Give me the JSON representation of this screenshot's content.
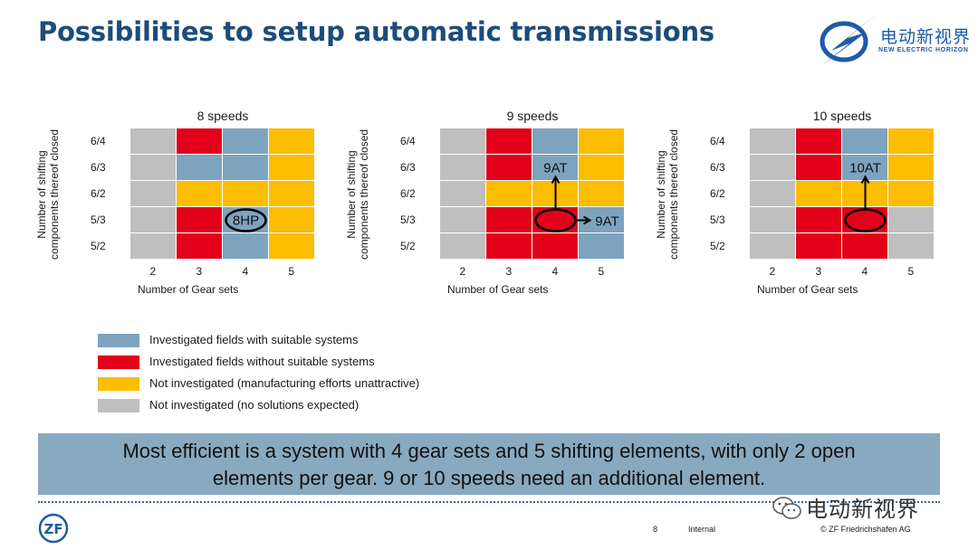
{
  "slide": {
    "title": "Possibilities to setup automatic transmissions",
    "logo_cn": "电动新视界",
    "logo_en": "NEW ELECTRIC HORIZON"
  },
  "colors": {
    "blue": "#7ea3bf",
    "red": "#e2001a",
    "orange": "#fcbc00",
    "gray": "#bfbfbf",
    "title_blue": "#1c4c7a"
  },
  "chart_data": [
    {
      "type": "heatmap",
      "title": "8 speeds",
      "xlabel": "Number of Gear sets",
      "ylabel": "Number of shifting components thereof closed",
      "x": [
        "2",
        "3",
        "4",
        "5"
      ],
      "y": [
        "6/4",
        "6/3",
        "6/2",
        "5/3",
        "5/2"
      ],
      "cells": [
        [
          "gray",
          "red",
          "blue",
          "orange"
        ],
        [
          "gray",
          "blue",
          "blue",
          "orange"
        ],
        [
          "gray",
          "orange",
          "orange",
          "orange"
        ],
        [
          "gray",
          "red",
          "blue",
          "orange"
        ],
        [
          "gray",
          "red",
          "blue",
          "orange"
        ]
      ],
      "annotations": [
        {
          "text": "8HP",
          "row": 3,
          "col": 2
        }
      ]
    },
    {
      "type": "heatmap",
      "title": "9 speeds",
      "xlabel": "Number of Gear sets",
      "ylabel": "Number of shifting components thereof closed",
      "x": [
        "2",
        "3",
        "4",
        "5"
      ],
      "y": [
        "6/4",
        "6/3",
        "6/2",
        "5/3",
        "5/2"
      ],
      "cells": [
        [
          "gray",
          "red",
          "blue",
          "orange"
        ],
        [
          "gray",
          "red",
          "blue",
          "orange"
        ],
        [
          "gray",
          "orange",
          "orange",
          "orange"
        ],
        [
          "gray",
          "red",
          "red",
          "blue"
        ],
        [
          "gray",
          "red",
          "red",
          "blue"
        ]
      ],
      "annotations": [
        {
          "text": "9AT",
          "row": 1,
          "col": 2
        },
        {
          "text": "9AT",
          "row": 3,
          "col": 3
        }
      ]
    },
    {
      "type": "heatmap",
      "title": "10 speeds",
      "xlabel": "Number of Gear sets",
      "ylabel": "Number of shifting components thereof closed",
      "x": [
        "2",
        "3",
        "4",
        "5"
      ],
      "y": [
        "6/4",
        "6/3",
        "6/2",
        "5/3",
        "5/2"
      ],
      "cells": [
        [
          "gray",
          "red",
          "blue",
          "orange"
        ],
        [
          "gray",
          "red",
          "blue",
          "orange"
        ],
        [
          "gray",
          "orange",
          "orange",
          "orange"
        ],
        [
          "gray",
          "red",
          "red",
          "gray"
        ],
        [
          "gray",
          "red",
          "red",
          "gray"
        ]
      ],
      "annotations": [
        {
          "text": "10AT",
          "row": 1,
          "col": 2
        }
      ]
    }
  ],
  "legend": [
    {
      "color": "blue",
      "label": "Investigated fields with suitable systems"
    },
    {
      "color": "red",
      "label": "Investigated fields without suitable systems"
    },
    {
      "color": "orange",
      "label": "Not investigated (manufacturing efforts unattractive)"
    },
    {
      "color": "gray",
      "label": "Not investigated (no solutions expected)"
    }
  ],
  "banner": {
    "line1": "Most efficient is a system with 4 gear sets and 5 shifting elements, with only 2 open",
    "line2": "elements per gear.  9 or 10 speeds need an additional element."
  },
  "footer": {
    "page": "8",
    "classification": "Internal",
    "copyright": "© ZF Friedrichshafen AG",
    "zf_logo": "ZF",
    "wechat_name": "电动新视界"
  }
}
